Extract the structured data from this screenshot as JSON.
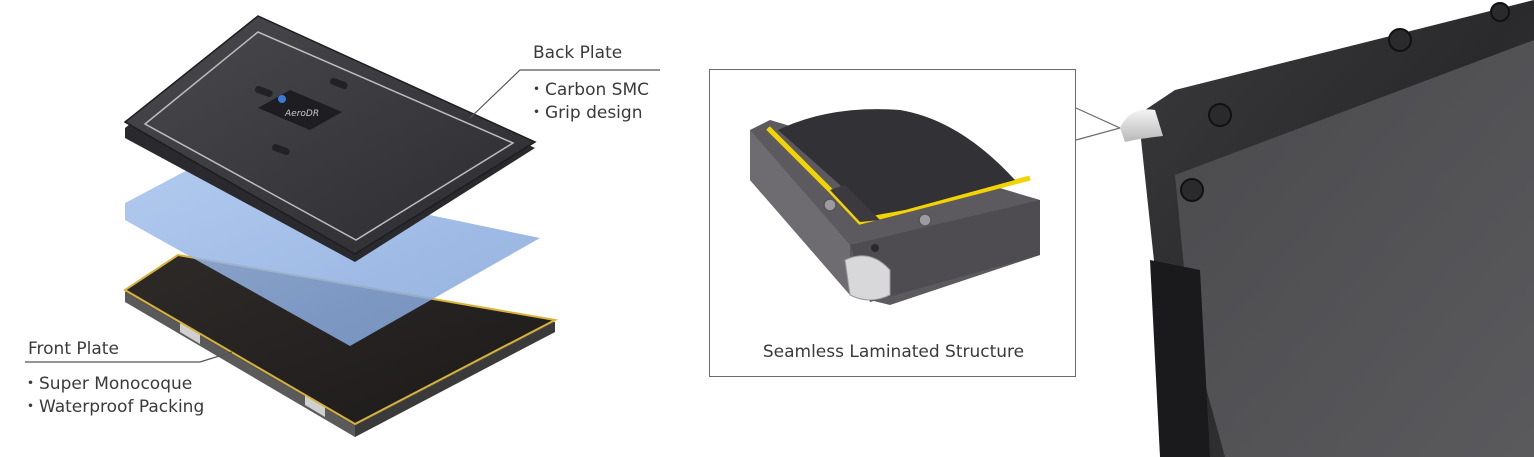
{
  "back_plate": {
    "title": "Back Plate",
    "features": [
      "・Carbon SMC",
      "・Grip design"
    ],
    "logo_text": "AeroDR"
  },
  "front_plate": {
    "title": "Front Plate",
    "features": [
      "・Super Monocoque",
      "・Waterproof Packing"
    ]
  },
  "detail": {
    "caption": "Seamless Laminated Structure"
  },
  "colors": {
    "plate_dark": "#3c3c40",
    "blue_layer": "#8eb0e0",
    "gold_edge": "#e6c21a",
    "yellow_seal": "#f2d400",
    "line": "#555555"
  },
  "icons": [
    "exploded-panel-illustration",
    "corner-cutaway-illustration",
    "panel-corner-photo"
  ]
}
